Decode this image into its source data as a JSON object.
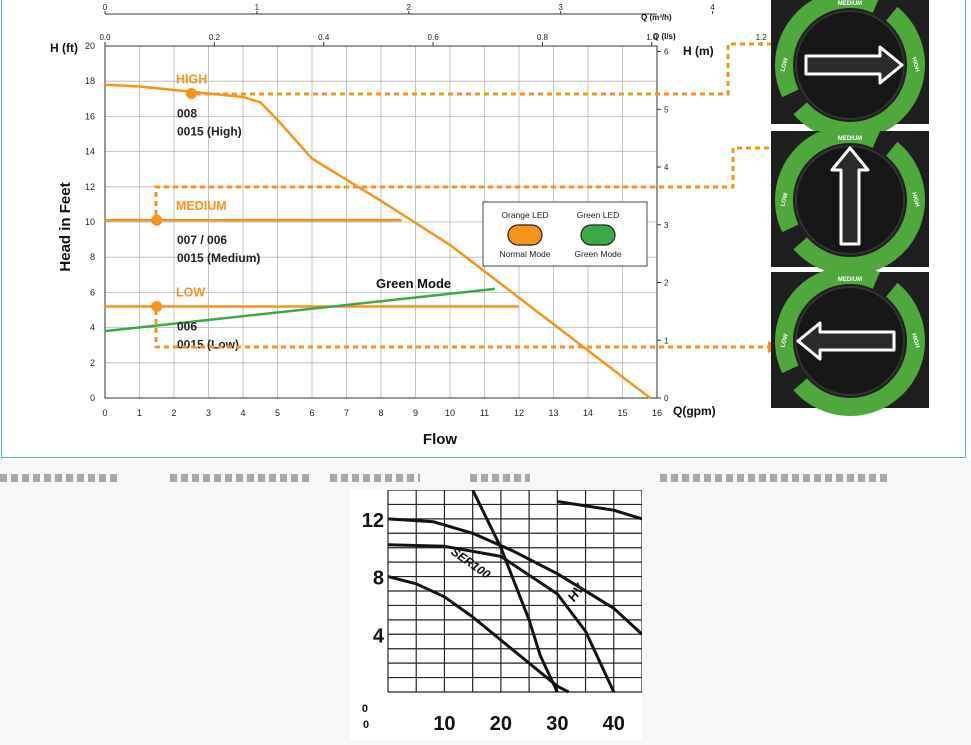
{
  "colors": {
    "orange": "#f7941d",
    "green": "#3aaa48",
    "frame": "#5aaed6",
    "dial_green": "#4fa83c",
    "dial_bg": "#1f1f1f"
  },
  "chart_data": [
    {
      "type": "line",
      "xlabel": "Flow",
      "ylabel": "Head in Feet",
      "x_unit": "Q(gpm)",
      "y_unit": "H (ft)",
      "xlim": [
        0,
        16
      ],
      "ylim": [
        0,
        20
      ],
      "x_ticks": [
        "0",
        "1",
        "2",
        "3",
        "4",
        "5",
        "6",
        "7",
        "8",
        "9",
        "10",
        "11",
        "12",
        "13",
        "14",
        "15",
        "16"
      ],
      "y_ticks": [
        "0",
        "2",
        "4",
        "6",
        "8",
        "10",
        "12",
        "14",
        "16",
        "18",
        "20"
      ],
      "grid": true,
      "secondary_axes": {
        "top_m3h": {
          "label": "Q (m³/h)",
          "ticks": [
            "0",
            "1",
            "2",
            "3",
            "4"
          ],
          "max": 3.6343
        },
        "top_ls": {
          "label": "Q (l/s)",
          "ticks": [
            "0.0",
            "0.2",
            "0.4",
            "0.6",
            "0.8",
            "1.0",
            "1.2"
          ],
          "max": 1.0095
        },
        "right_m": {
          "label": "H (m)",
          "ticks": [
            "0",
            "1",
            "2",
            "3",
            "4",
            "5",
            "6"
          ],
          "max": 6.096
        }
      },
      "series": [
        {
          "name": "HIGH",
          "color": "#f7941d",
          "x": [
            0,
            1,
            2,
            3,
            4,
            4.5,
            5,
            6,
            8,
            10,
            12,
            14,
            15.8
          ],
          "y": [
            17.8,
            17.7,
            17.5,
            17.3,
            17.1,
            16.8,
            15.8,
            13.6,
            11.2,
            8.7,
            5.7,
            2.7,
            0
          ]
        },
        {
          "name": "MEDIUM",
          "color": "#f7941d",
          "x": [
            0,
            8.6
          ],
          "y": [
            10.1,
            10.1
          ]
        },
        {
          "name": "LOW",
          "color": "#f7941d",
          "x": [
            0,
            12
          ],
          "y": [
            5.2,
            5.2
          ]
        },
        {
          "name": "Green Mode",
          "color": "#3aaa48",
          "x": [
            0,
            11.3
          ],
          "y": [
            3.8,
            6.2
          ]
        }
      ],
      "setting_points": [
        {
          "label": "HIGH",
          "x": 2.5,
          "y": 17.3,
          "models": [
            "008",
            "0015 (High)"
          ]
        },
        {
          "label": "MEDIUM",
          "x": 1.5,
          "y": 10.1,
          "models": [
            "007 / 006",
            "0015 (Medium)"
          ]
        },
        {
          "label": "LOW",
          "x": 1.5,
          "y": 5.2,
          "models": [
            "006",
            "0015 (Low)"
          ]
        }
      ],
      "green_mode_label": "Green Mode",
      "legend": {
        "placement": "center-right",
        "items": [
          {
            "title": "Orange LED",
            "caption": "Normal Mode",
            "color": "#f7941d"
          },
          {
            "title": "Green LED",
            "caption": "Green Mode",
            "color": "#3aaa48"
          }
        ]
      }
    },
    {
      "type": "line",
      "xlim": [
        0,
        45
      ],
      "ylim": [
        0,
        14
      ],
      "x_ticks": [
        "0",
        "10",
        "20",
        "30",
        "40"
      ],
      "y_ticks": [
        "0",
        "4",
        "8",
        "12"
      ],
      "grid": true,
      "series": [
        {
          "name": "SER100",
          "x": [
            0,
            5,
            10,
            15,
            20,
            25,
            30,
            32
          ],
          "y": [
            8,
            7.5,
            6.6,
            5.2,
            3.6,
            2,
            0.4,
            0
          ]
        },
        {
          "name": "HV",
          "x": [
            0,
            10,
            20,
            30,
            35,
            40
          ],
          "y": [
            10.2,
            10.1,
            9.4,
            6.8,
            4.2,
            0
          ]
        },
        {
          "x": [
            0,
            8,
            15,
            22,
            30,
            40,
            45
          ],
          "y": [
            12,
            11.8,
            11,
            9.8,
            8.2,
            5.8,
            4
          ]
        },
        {
          "x": [
            15,
            20,
            25,
            27,
            30
          ],
          "y": [
            14,
            10,
            5,
            2.5,
            0
          ]
        },
        {
          "x": [
            30,
            40,
            45
          ],
          "y": [
            13.2,
            12.6,
            12
          ]
        }
      ],
      "series_labels": [
        "SER100",
        "HV"
      ]
    }
  ],
  "dials": [
    {
      "labels": {
        "left": "LOW",
        "top": "MEDIUM",
        "right": "HIGH"
      },
      "arrow": "right"
    },
    {
      "labels": {
        "left": "LOW",
        "top": "MEDIUM",
        "right": "HIGH"
      },
      "arrow": "up"
    },
    {
      "labels": {
        "left": "LOW",
        "top": "MEDIUM",
        "right": "HIGH"
      },
      "arrow": "left"
    }
  ]
}
